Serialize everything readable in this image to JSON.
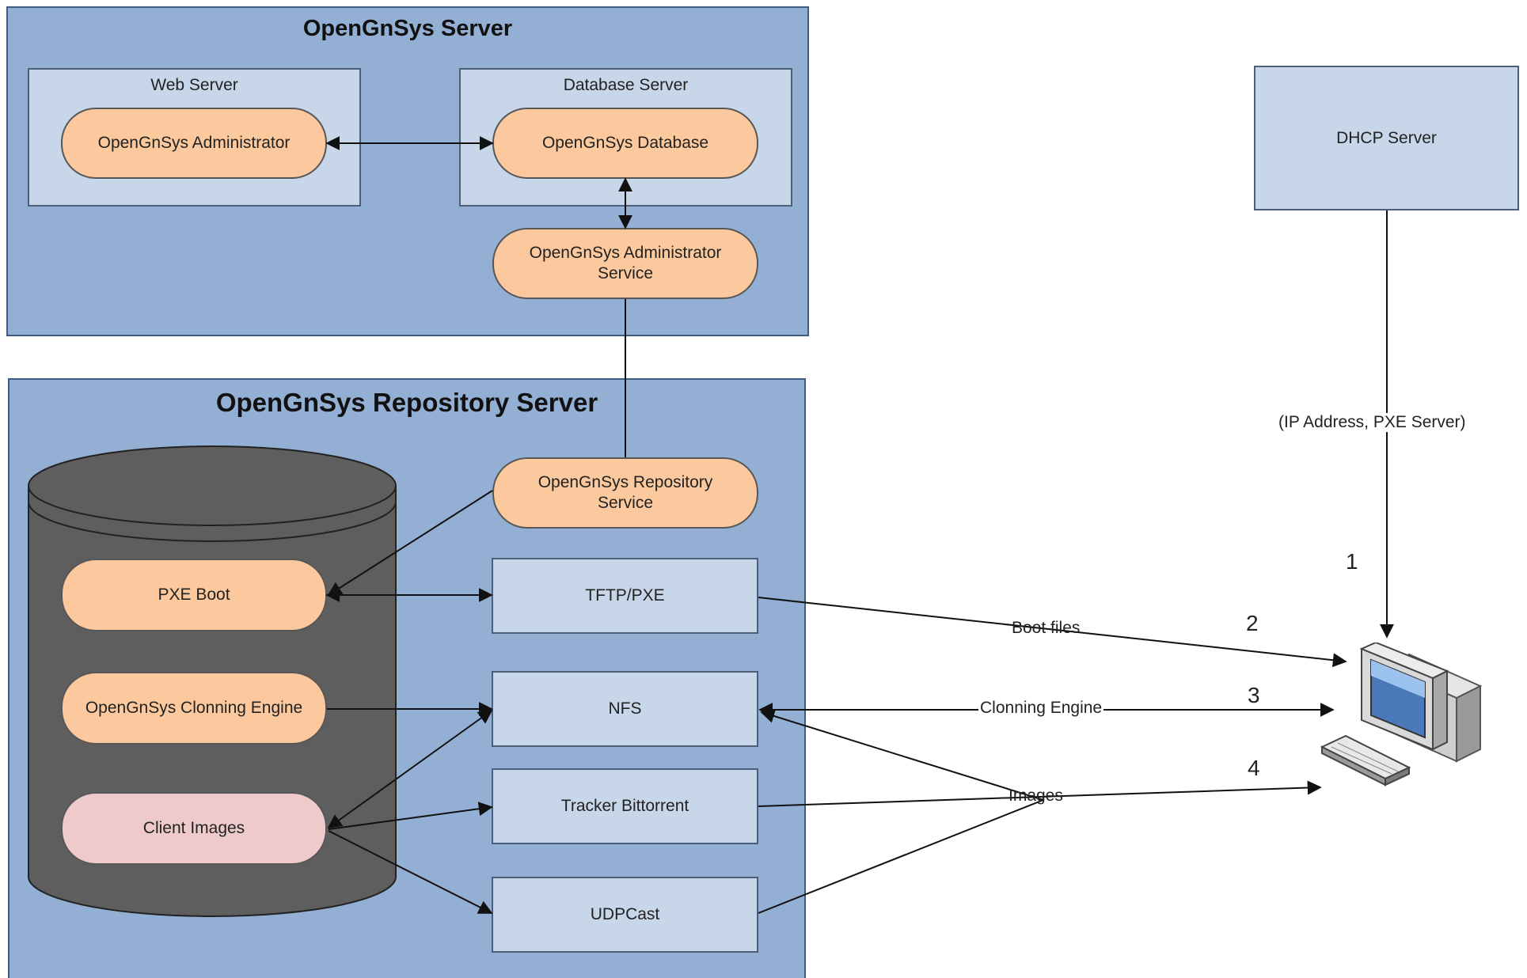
{
  "opengnsys_server": {
    "title": "OpenGnSys Server",
    "web_server": {
      "label": "Web Server",
      "administrator": "OpenGnSys Administrator"
    },
    "database_server": {
      "label": "Database Server",
      "database": "OpenGnSys Database"
    },
    "administrator_service": "OpenGnSys Administrator Service"
  },
  "repository_server": {
    "title": "OpenGnSys Repository Server",
    "repository_service": "OpenGnSys Repository Service",
    "storage": {
      "pxe_boot": "PXE Boot",
      "cloning_engine": "OpenGnSys Clonning Engine",
      "client_images": "Client Images"
    },
    "services": {
      "tftp": "TFTP/PXE",
      "nfs": "NFS",
      "tracker": "Tracker Bittorrent",
      "udpcast": "UDPCast"
    }
  },
  "dhcp": {
    "label": "DHCP Server",
    "response": "(IP Address, PXE Server)"
  },
  "flows": {
    "boot_files": "Boot files",
    "cloning_engine": "Clonning Engine",
    "images": "Images"
  },
  "steps": [
    "1",
    "2",
    "3",
    "4"
  ],
  "colors": {
    "group_fill": "#93afd3",
    "box_fill": "#c7d6e8",
    "component_orange": "#fbc99d",
    "component_pink": "#efcaca",
    "storage_cylinder": "#5e5e5e"
  }
}
